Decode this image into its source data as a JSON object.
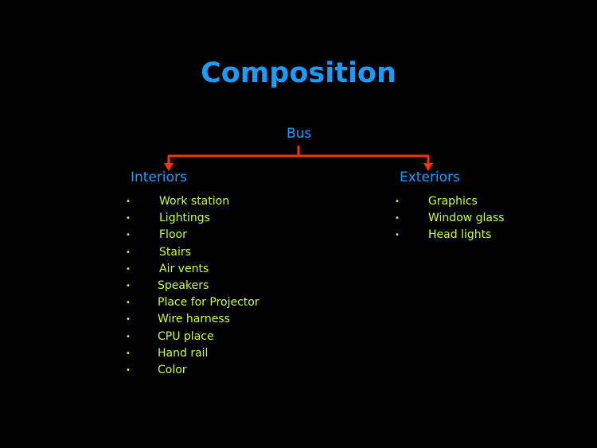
{
  "title": "Composition",
  "root": "Bus",
  "branches": {
    "interiors": {
      "label": "Interiors",
      "items": [
        "Work station",
        "Lightings",
        "Floor",
        "Stairs",
        "Air vents",
        "Speakers",
        "Place for Projector",
        "Wire harness",
        "CPU place",
        "Hand rail",
        "Color"
      ]
    },
    "exteriors": {
      "label": "Exteriors",
      "items": [
        "Graphics",
        "Window glass",
        "Head lights"
      ]
    }
  },
  "bullet": "•",
  "colors": {
    "heading": "#1a9cff",
    "items": "#ccff33",
    "connector": "#ff3300",
    "background": "#000000"
  }
}
